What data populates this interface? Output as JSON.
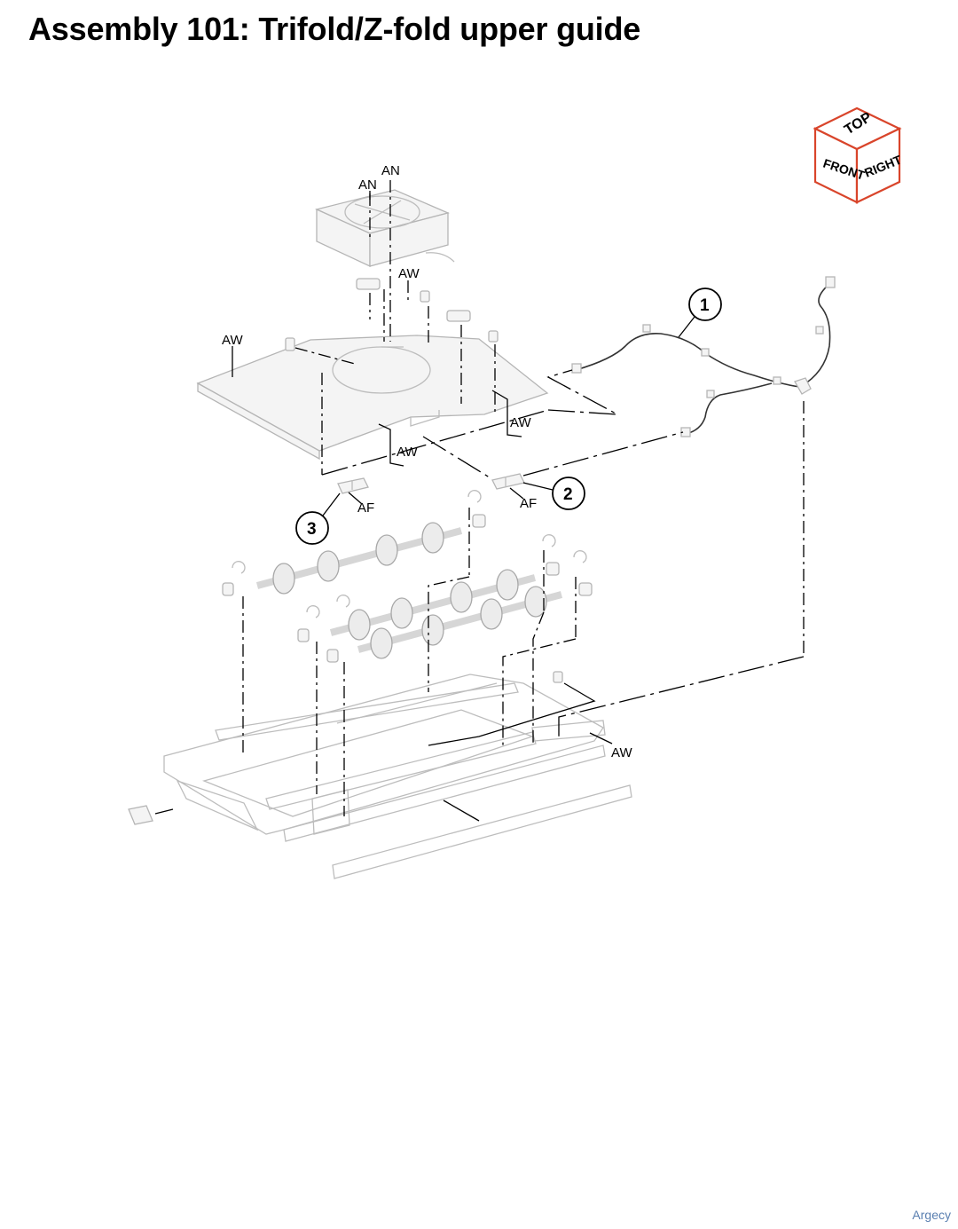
{
  "title": "Assembly 101: Trifold/Z-fold upper guide",
  "orientation_cube": {
    "top": "TOP",
    "front": "FRONT",
    "right": "RIGHT",
    "edge_color": "#d9452b"
  },
  "callouts": [
    "1",
    "2",
    "3"
  ],
  "labels": {
    "an_1": "AN",
    "an_2": "AN",
    "aw_left": "AW",
    "aw_top": "AW",
    "aw_right": "AW",
    "aw_bottom": "AW",
    "aw_lower": "AW",
    "af_left": "AF",
    "af_right": "AF"
  },
  "watermark": "Argecy"
}
